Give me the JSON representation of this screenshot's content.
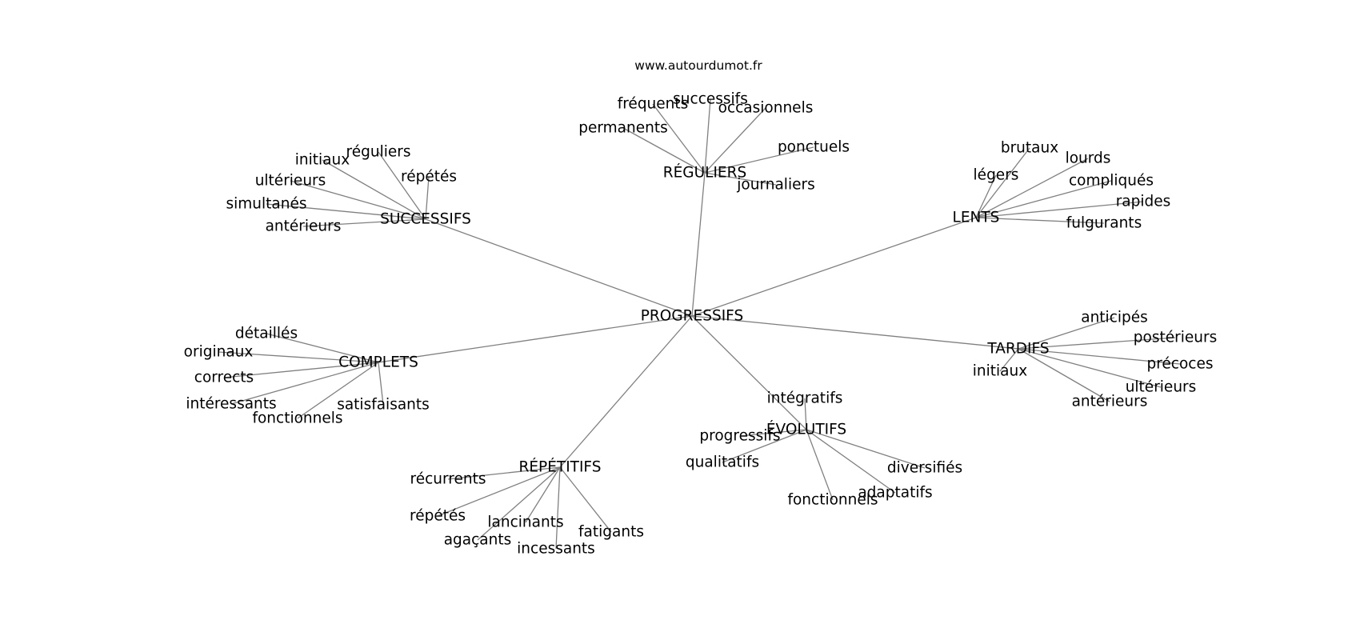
{
  "source": "www.autourdumot.fr",
  "colors": {
    "edge": "#808080",
    "text": "#000000",
    "background": "#ffffff"
  },
  "graph": {
    "center": "PROGRESSIFS",
    "clusters": [
      {
        "hub": "RÉGULIERS",
        "leaves": [
          "fréquents",
          "successifs",
          "occasionnels",
          "permanents",
          "ponctuels",
          "journaliers"
        ]
      },
      {
        "hub": "SUCCESSIFS",
        "leaves": [
          "réguliers",
          "initiaux",
          "répétés",
          "ultérieurs",
          "simultanés",
          "antérieurs"
        ]
      },
      {
        "hub": "LENTS",
        "leaves": [
          "brutaux",
          "lourds",
          "légers",
          "compliqués",
          "rapides",
          "fulgurants"
        ]
      },
      {
        "hub": "COMPLETS",
        "leaves": [
          "détaillés",
          "originaux",
          "corrects",
          "intéressants",
          "satisfaisants",
          "fonctionnels"
        ]
      },
      {
        "hub": "TARDIFS",
        "leaves": [
          "anticipés",
          "postérieurs",
          "précoces",
          "ultérieurs",
          "initiaux",
          "antérieurs"
        ]
      },
      {
        "hub": "ÉVOLUTIFS",
        "leaves": [
          "intégratifs",
          "progressifs",
          "qualitatifs",
          "diversifiés",
          "adaptatifs",
          "fonctionnels"
        ]
      },
      {
        "hub": "RÉPÉTITIFS",
        "leaves": [
          "récurrents",
          "répétés",
          "lancinants",
          "fatigants",
          "agaçants",
          "incessants"
        ]
      }
    ]
  }
}
